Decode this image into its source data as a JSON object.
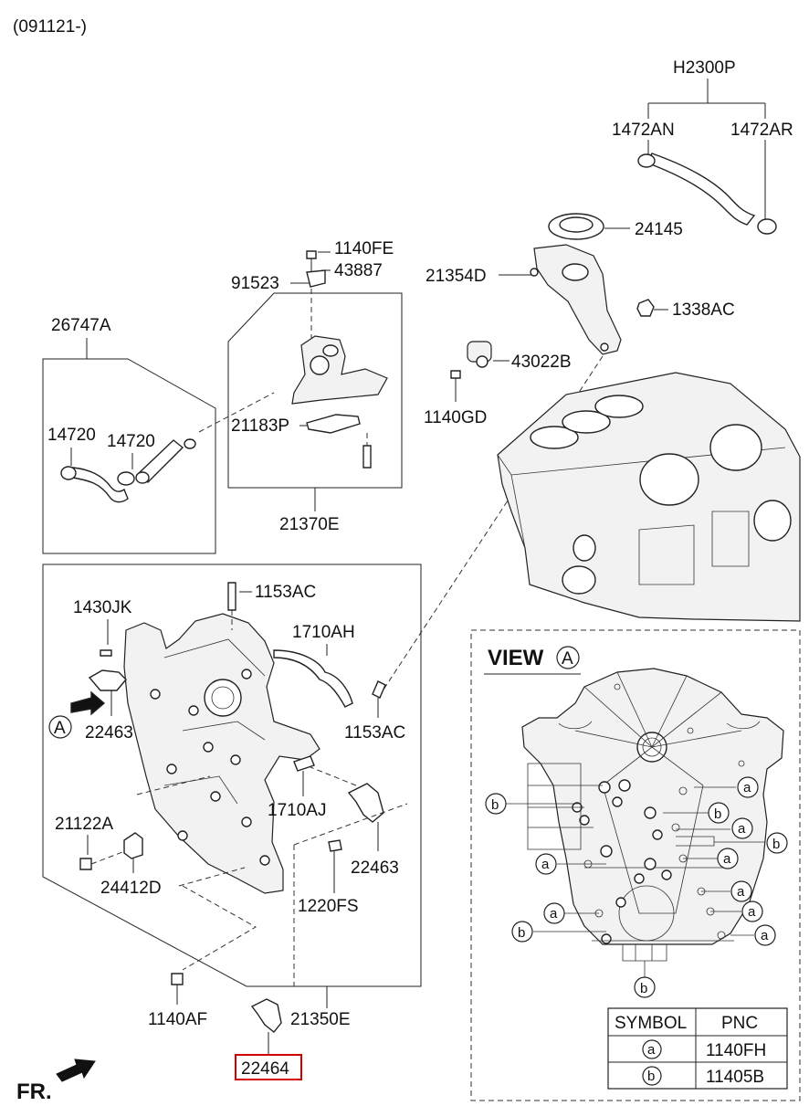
{
  "header": {
    "date_code": "(091121-)"
  },
  "labels": {
    "h2300p": "H2300P",
    "1472an": "1472AN",
    "1472ar": "1472AR",
    "24145": "24145",
    "21354d": "21354D",
    "1338ac": "1338AC",
    "43022b": "43022B",
    "1140gd": "1140GD",
    "1140fe": "1140FE",
    "43887": "43887",
    "91523": "91523",
    "26747a": "26747A",
    "14720_left": "14720",
    "14720_right": "14720",
    "21183p": "21183P",
    "21370e": "21370E",
    "1153ac_top": "1153AC",
    "1430jk": "1430JK",
    "1710ah": "1710AH",
    "a_marker": "A",
    "22463_left": "22463",
    "1153ac_right": "1153AC",
    "1710aj": "1710AJ",
    "21122a": "21122A",
    "24412d": "24412D",
    "22463_right": "22463",
    "1220fs": "1220FS",
    "1140af": "1140AF",
    "21350e": "21350E",
    "22464": "22464",
    "fr": "FR."
  },
  "view_panel": {
    "title": "VIEW",
    "title_marker": "A",
    "marker_a": "a",
    "marker_b": "b"
  },
  "legend": {
    "headers": [
      "SYMBOL",
      "PNC"
    ],
    "rows": [
      {
        "symbol": "a",
        "pnc": "1140FH"
      },
      {
        "symbol": "b",
        "pnc": "11405B"
      }
    ]
  },
  "highlight": {
    "part": "22464",
    "color": "#d40000"
  }
}
